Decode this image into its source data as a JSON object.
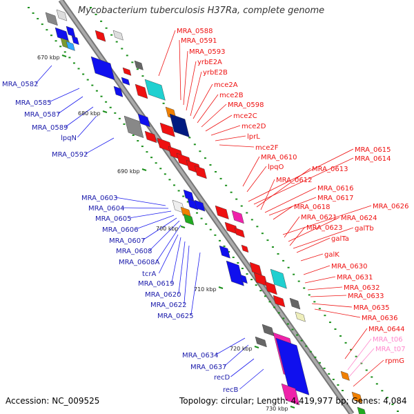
{
  "title": "Mycobacterium tuberculosis H37Ra, complete genome",
  "accession": "Accession: NC_009525",
  "topology": "Topology: circular; Length: 4,419,977 bp; Genes: 4,084",
  "ticks": [
    "670 kbp",
    "680 kbp",
    "690 kbp",
    "700 kbp",
    "710 kbp",
    "720 kbp",
    "730 kbp"
  ],
  "left_labels": [
    "MRA_0582",
    "MRA_0585",
    "MRA_0587",
    "MRA_0589",
    "lpqN",
    "MRA_0592",
    "MRA_0603",
    "MRA_0604",
    "MRA_0605",
    "MRA_0606",
    "MRA_0607",
    "MRA_0608",
    "MRA_0608A",
    "tcrA",
    "MRA_0619",
    "MRA_0620",
    "MRA_0622",
    "MRA_0625",
    "MRA_0634",
    "MRA_0637",
    "recD",
    "recB"
  ],
  "right_labels": [
    "MRA_0588",
    "MRA_0591",
    "MRA_0593",
    "yrbE2A",
    "yrbE2B",
    "mce2A",
    "mce2B",
    "MRA_0598",
    "mce2C",
    "mce2D",
    "lprL",
    "mce2F",
    "MRA_0610",
    "lpqO",
    "MRA_0615",
    "MRA_0614",
    "MRA_0613",
    "MRA_0612",
    "MRA_0616",
    "MRA_0617",
    "MRA_0618",
    "MRA_0626",
    "MRA_0621",
    "MRA_0624",
    "MRA_0623",
    "galTb",
    "galTa",
    "galK",
    "MRA_0630",
    "MRA_0631",
    "MRA_0632",
    "MRA_0633",
    "MRA_0635",
    "MRA_0636",
    "MRA_0644",
    "MRA_t06",
    "MRA_t07",
    "rpmG"
  ],
  "colors": {
    "forward": "#0000cc",
    "reverse": "#e00000",
    "rna": "#ff88cc",
    "backbone": "#999999"
  }
}
